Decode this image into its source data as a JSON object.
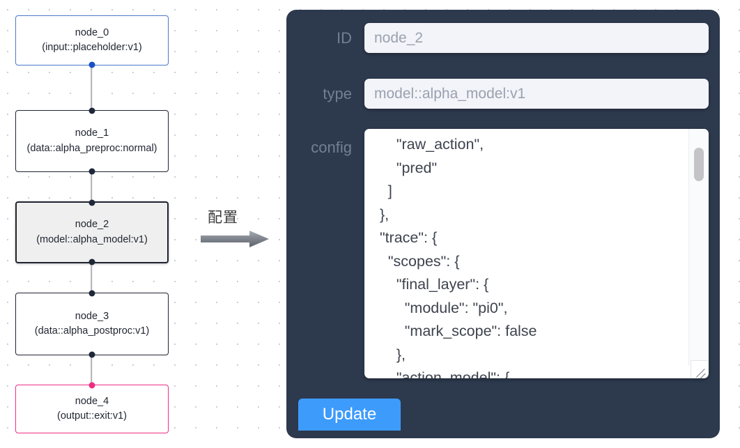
{
  "canvas": {
    "nodes": [
      {
        "id": "node_0",
        "title": "node_0",
        "subtitle": "(input::placeholder:v1)",
        "kind": "input",
        "selected": false
      },
      {
        "id": "node_1",
        "title": "node_1",
        "subtitle": "(data::alpha_preproc:normal)",
        "kind": "default",
        "selected": false
      },
      {
        "id": "node_2",
        "title": "node_2",
        "subtitle": "(model::alpha_model:v1)",
        "kind": "default",
        "selected": true
      },
      {
        "id": "node_3",
        "title": "node_3",
        "subtitle": "(data::alpha_postproc:v1)",
        "kind": "default",
        "selected": false
      },
      {
        "id": "node_4",
        "title": "node_4",
        "subtitle": "(output::exit:v1)",
        "kind": "output",
        "selected": false
      }
    ],
    "edges": [
      {
        "from": "node_0",
        "to": "node_1"
      },
      {
        "from": "node_1",
        "to": "node_2"
      },
      {
        "from": "node_2",
        "to": "node_3"
      },
      {
        "from": "node_3",
        "to": "node_4"
      }
    ]
  },
  "annotation": {
    "label": "配置",
    "arrow_icon": "right-arrow-icon"
  },
  "panel": {
    "id_field": {
      "label": "ID",
      "value": "node_2",
      "placeholder": "node_2"
    },
    "type_field": {
      "label": "type",
      "value": "model::alpha_model:v1",
      "placeholder": "model::alpha_model:v1"
    },
    "config_field": {
      "label": "config",
      "value": "      \"raw_action\",\n      \"pred\"\n    ]\n  },\n  \"trace\": {\n    \"scopes\": {\n      \"final_layer\": {\n        \"module\": \"pi0\",\n        \"mark_scope\": false\n      },\n      \"action_model\": {",
      "scroll_thumb_visible": true,
      "resize_grip": "resize-grip-icon"
    },
    "update_button": {
      "label": "Update"
    }
  },
  "colors": {
    "panel_bg": "#2d394d",
    "input_bg": "#f2f4f9",
    "input_text": "#9aa1ae",
    "label_text": "#737f92",
    "button_bg": "#3d9bfc",
    "node_border": "#1f2430",
    "node_input_border": "#4a79c9",
    "node_output_border": "#ee2d82",
    "node_selected_bg": "#efefef",
    "edge": "#b1b1b7",
    "grid_dot": "#c9ccd4"
  }
}
